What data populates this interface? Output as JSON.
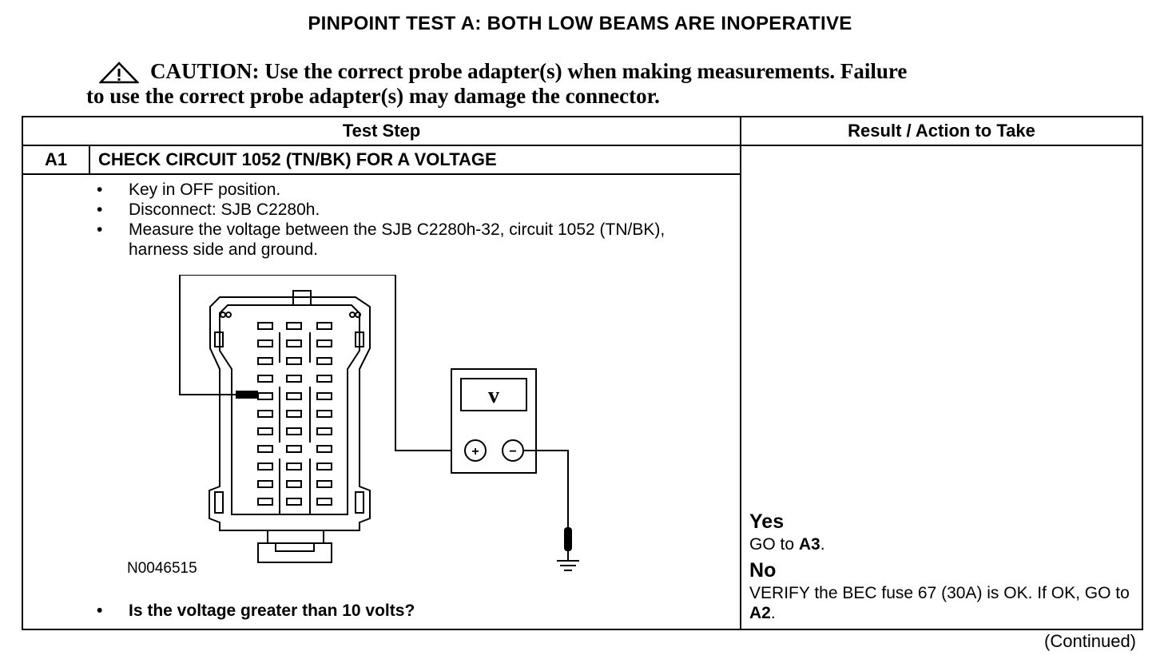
{
  "title": "PINPOINT TEST  A: BOTH LOW BEAMS ARE INOPERATIVE",
  "caution": {
    "icon": "warning-triangle-icon",
    "label": "CAUTION:",
    "line1": "Use the correct probe adapter(s) when making measurements. Failure",
    "line2": "to use the correct probe adapter(s) may damage the connector."
  },
  "table": {
    "header_step": "Test Step",
    "header_result": "Result / Action to Take",
    "step_id": "A1",
    "step_title": "CHECK CIRCUIT 1052 (TN/BK) FOR A VOLTAGE",
    "bullets": [
      "Key in OFF position.",
      "Disconnect: SJB C2280h.",
      "Measure the voltage between the SJB C2280h-32, circuit 1052 (TN/BK), harness side and ground."
    ],
    "figure_id": "N0046515",
    "meter_symbol": "v",
    "meter_plus": "+",
    "meter_minus": "−",
    "question": "Is the voltage greater than 10 volts?"
  },
  "result": {
    "yes_label": "Yes",
    "yes_text_prefix": "GO to ",
    "yes_target": "A3",
    "yes_text_suffix": ".",
    "no_label": "No",
    "no_text_prefix": "VERIFY the BEC fuse 67 (30A) is OK. If OK, GO to ",
    "no_target": "A2",
    "no_text_suffix": "."
  },
  "footer": "(Continued)"
}
